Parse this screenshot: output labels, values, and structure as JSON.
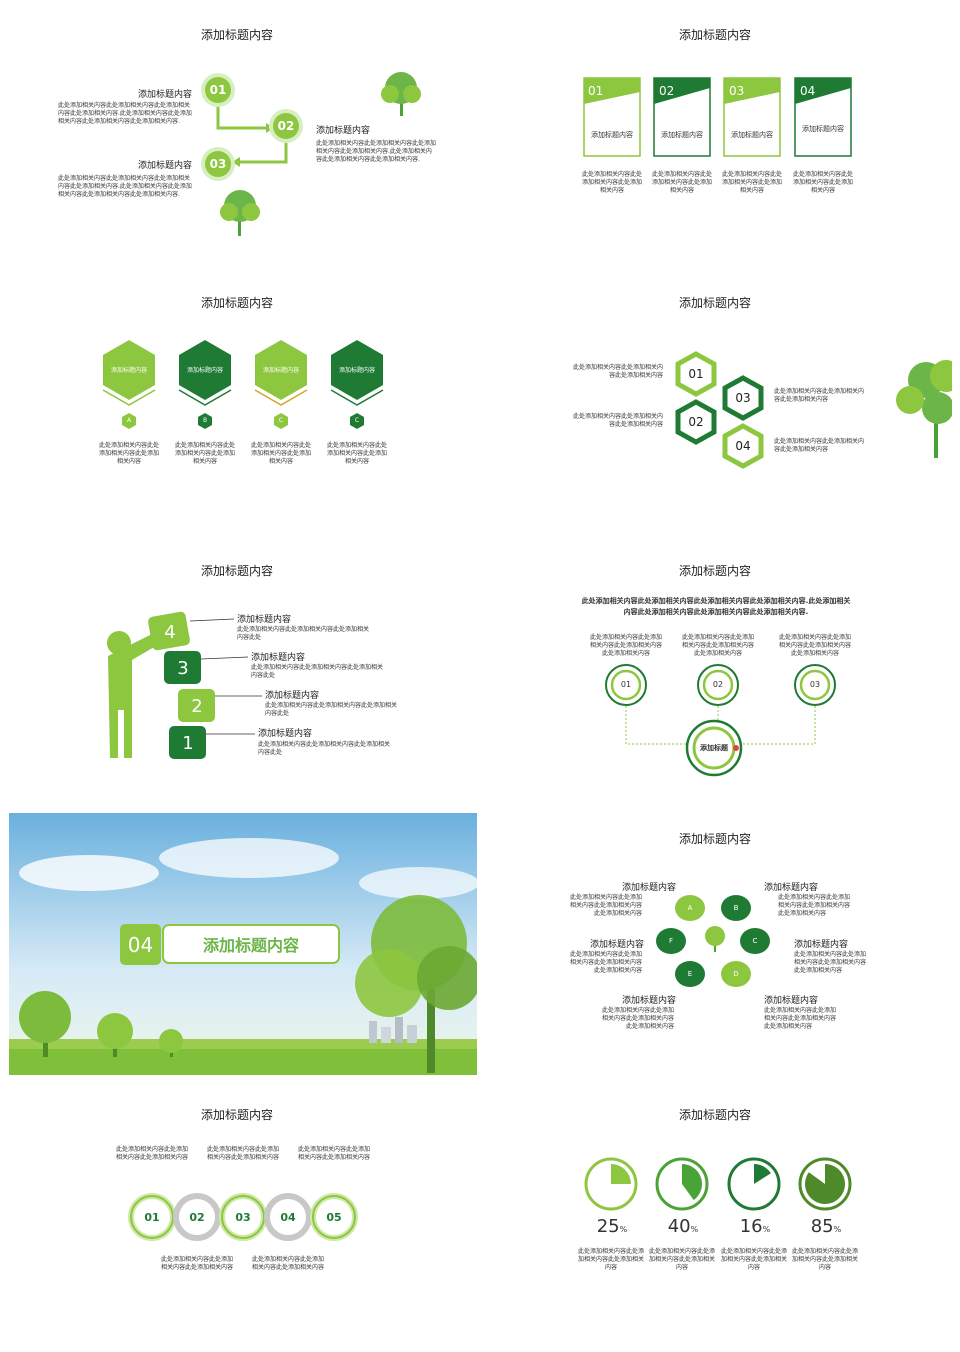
{
  "title": "添加标题内容",
  "body": "此处添加相关内容此处添加相关内容此处添加相关内容此处添加相关内容此处添加相关内容此处添加相关内容.",
  "s1": {
    "steps": [
      "01",
      "02",
      "03"
    ],
    "h1": "添加标题内容",
    "h2": "添加标题内容",
    "h3": "添加标题内容",
    "p1": "此处添加相关内容此处添加相关内容此处添加相关内容此处添加相关内容.此处添加相关内容此处添加相关内容此处添加相关内容此处添加相关内容.",
    "p2": "此处添加相关内容此处添加相关内容此处添加相关内容此处添加相关内容.此处添加相关内容此处添加相关内容此处添加相关内容.",
    "p3": "此处添加相关内容此处添加相关内容此处添加相关内容此处添加相关内容.此处添加相关内容此处添加相关内容此处添加相关内容此处添加相关内容."
  },
  "s2": {
    "cards": [
      {
        "num": "01",
        "label": "添加标题内容",
        "text": "此处添加相关内容此处添加相关内容此处添加相关内容"
      },
      {
        "num": "02",
        "label": "添加标题内容",
        "text": "此处添加相关内容此处添加相关内容此处添加相关内容"
      },
      {
        "num": "03",
        "label": "添加标题内容",
        "text": "此处添加相关内容此处添加相关内容此处添加相关内容"
      },
      {
        "num": "04",
        "label": "添加标题内容",
        "text": "此处添加相关内容此处添加相关内容此处添加相关内容"
      }
    ]
  },
  "s3": {
    "hexes": [
      {
        "label": "添加标题内容",
        "letter": "A",
        "text": "此处添加相关内容此处添加相关内容此处添加相关内容"
      },
      {
        "label": "添加标题内容",
        "letter": "B",
        "text": "此处添加相关内容此处添加相关内容此处添加相关内容"
      },
      {
        "label": "添加标题内容",
        "letter": "C",
        "text": "此处添加相关内容此处添加相关内容此处添加相关内容"
      },
      {
        "label": "添加标题内容",
        "letter": "C",
        "text": "此处添加相关内容此处添加相关内容此处添加相关内容"
      }
    ]
  },
  "s4": {
    "nums": [
      "01",
      "03",
      "02",
      "04"
    ],
    "text": "此处添加相关内容此处添加相关内容此处添加相关内容"
  },
  "s5": {
    "steps": [
      {
        "num": "4",
        "title": "添加标题内容",
        "text": "此处添加相关内容此处添加相关内容此处添加相关内容此处"
      },
      {
        "num": "3",
        "title": "添加标题内容",
        "text": "此处添加相关内容此处添加相关内容此处添加相关内容此处"
      },
      {
        "num": "2",
        "title": "添加标题内容",
        "text": "此处添加相关内容此处添加相关内容此处添加相关内容此处"
      },
      {
        "num": "1",
        "title": "添加标题内容",
        "text": "此处添加相关内容此处添加相关内容此处添加相关内容此处"
      }
    ]
  },
  "s6": {
    "lead": "此处添加相关内容此处添加相关内容此处添加相关内容此处添加相关内容.此处添加相关内容此处添加相关内容此处添加相关内容此处添加相关内容.",
    "circles": [
      "01",
      "02",
      "03"
    ],
    "text": "此处添加相关内容此处添加相关内容此处添加相关内容此处添加相关内容",
    "center": "添加标题"
  },
  "s7": {
    "num": "04",
    "title": "添加标题内容"
  },
  "s8": {
    "letters": [
      "A",
      "B",
      "C",
      "D",
      "E",
      "F"
    ],
    "head": "添加标题内容",
    "text": "此处添加相关内容此处添加相关内容此处添加相关内容此处添加相关内容"
  },
  "s9": {
    "nums": [
      "01",
      "02",
      "03",
      "04",
      "05"
    ],
    "text": "此处添加相关内容此处添加相关内容此处添加相关内容"
  },
  "s10": {
    "values": [
      25,
      40,
      16,
      85
    ],
    "unit": "%",
    "text": "此处添加相关内容此处添加相关内容此处添加相关内容"
  },
  "colors": {
    "light": "#8dc63f",
    "mid": "#4aa336",
    "dark": "#1f7a34",
    "olive": "#4f8a2a"
  }
}
